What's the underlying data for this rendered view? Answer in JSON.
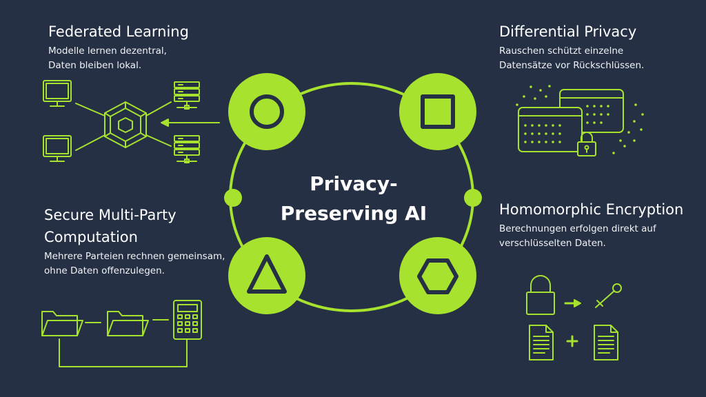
{
  "center": {
    "line1": "Privacy-",
    "line2": "Preserving AI"
  },
  "sections": {
    "federated": {
      "title": "Federated Learning",
      "desc1": "Modelle lernen dezentral,",
      "desc2": "Daten bleiben lokal."
    },
    "differential": {
      "title": "Differential Privacy",
      "desc1": "Rauschen schützt einzelne",
      "desc2": "Datensätze vor Rückschlüssen."
    },
    "smpc": {
      "title1": "Secure Multi-Party",
      "title2": "Computation",
      "desc1": "Mehrere Parteien rechnen gemeinsam,",
      "desc2": "ohne Daten offenzulegen."
    },
    "homomorphic": {
      "title": "Homomorphic Encryption",
      "desc1": "Berechnungen erfolgen direkt auf",
      "desc2": "verschlüsselten Daten."
    }
  },
  "colors": {
    "background": "#253044",
    "accent": "#a6e22e",
    "text": "#ffffff"
  },
  "icons": [
    "circle-icon",
    "square-icon",
    "triangle-icon",
    "hexagon-icon",
    "monitor-icon",
    "server-icon",
    "network-hub-icon",
    "browser-window-icon",
    "padlock-icon",
    "key-icon",
    "document-icon",
    "folder-icon",
    "calculator-icon"
  ]
}
